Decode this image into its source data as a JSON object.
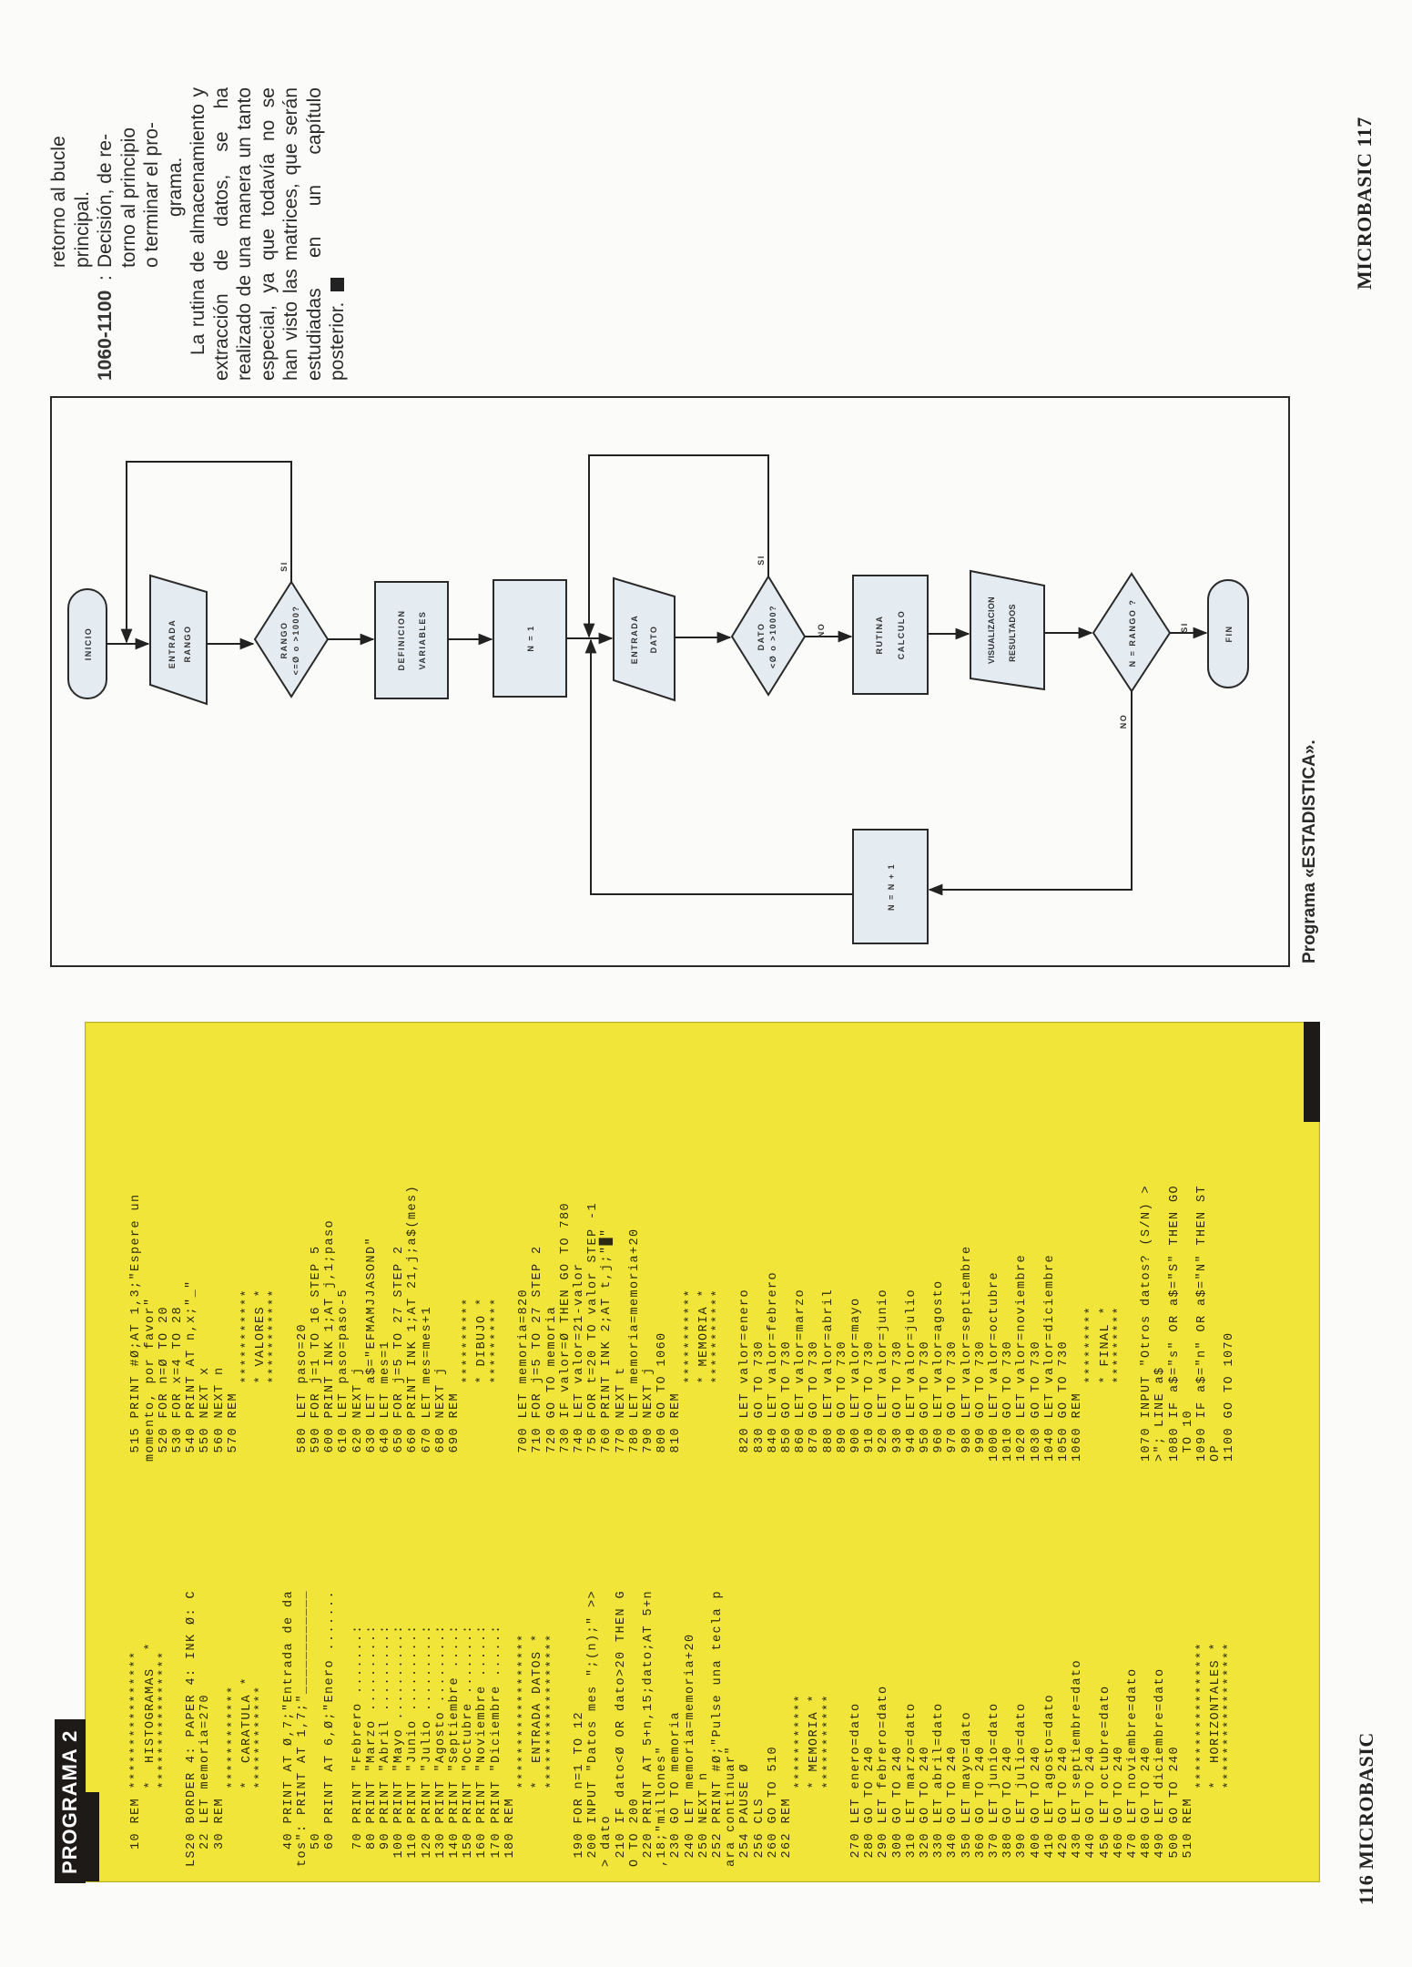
{
  "page_117": {
    "text_column": {
      "lines_prev": [
        "retorno al bucle",
        "principal."
      ],
      "item": {
        "key": "1060-1100",
        "sep": ":",
        "lines": [
          "Decisión, de re-",
          "torno al principio",
          "o terminar el pro-",
          "grama."
        ]
      },
      "paragraph": "La rutina de almacenamiento y extracción de datos, se ha realizado de una manera un tanto especial, ya que todavía no se han visto las matrices, que serán estudiadas en un capítulo posterior."
    },
    "flowchart": {
      "title": "Programa «ESTADISTICA».",
      "nodes": [
        {
          "id": "inicio",
          "shape": "terminal",
          "lines": [
            "INICIO"
          ]
        },
        {
          "id": "entrada_rango",
          "shape": "input",
          "lines": [
            "ENTRADA",
            "RANGO"
          ]
        },
        {
          "id": "rango_check",
          "shape": "decision",
          "lines": [
            "RANGO",
            "<=Ø o >1000?"
          ]
        },
        {
          "id": "definicion",
          "shape": "process",
          "lines": [
            "DEFINICION",
            "VARIABLES"
          ]
        },
        {
          "id": "n_init",
          "shape": "process",
          "lines": [
            "N = 1"
          ]
        },
        {
          "id": "entrada_dato",
          "shape": "input",
          "lines": [
            "ENTRADA",
            "DATO"
          ]
        },
        {
          "id": "dato_check",
          "shape": "decision",
          "lines": [
            "DATO",
            "<Ø o >1000?"
          ]
        },
        {
          "id": "rutina",
          "shape": "process",
          "lines": [
            "RUTINA",
            "CALCULO"
          ]
        },
        {
          "id": "visualizacion",
          "shape": "input",
          "lines": [
            "VISUALIZACION",
            "RESULTADOS"
          ]
        },
        {
          "id": "n_rango",
          "shape": "decision",
          "lines": [
            "N = RANGO ?"
          ]
        },
        {
          "id": "fin",
          "shape": "terminal",
          "lines": [
            "FIN"
          ]
        },
        {
          "id": "n_inc",
          "shape": "process",
          "lines": [
            "N = N + 1"
          ]
        }
      ],
      "edge_labels": {
        "si": "SI",
        "no": "NO"
      }
    },
    "footer": "MICROBASIC 117"
  },
  "page_116": {
    "tab_label": "PROGRAMA 2",
    "footer": "116 MICROBASIC",
    "listing_col1": [
      "  10 REM ****************",
      "         *  HISTOGRAMAS  *",
      "         ****************",
      "",
      "LS20 BORDER 4: PAPER 4: INK Ø: C",
      "  22 LET memoria=270",
      "  30 REM",
      "         ************",
      "         *  CARATULA *",
      "         ************",
      "",
      "  40 PRINT AT Ø,7;\"Entrada de da",
      "tos\": PRINT AT 1,7;\"____________",
      "  50",
      "  60 PRINT AT 6,Ø;\"Enero .......",
      "",
      "  70 PRINT \"Febrero .......:",
      "  80 PRINT \"Marzo .........:",
      "  90 PRINT \"Abril .........:",
      " 100 PRINT \"Mayo ..........:",
      " 110 PRINT \"Junio .........:",
      " 120 PRINT \"Julio .........:",
      " 130 PRINT \"Agosto ........:",
      " 140 PRINT \"Septiembre ....:",
      " 150 PRINT \"Octubre .......:",
      " 160 PRINT \"Noviembre .....:",
      " 170 PRINT \"Diciembre .....:",
      " 180 REM",
      "         ******************",
      "         *  ENTRADA DATOS *",
      "         ******************",
      "",
      " 190 FOR n=1 TO 12",
      " 200 INPUT \"Datos mes \";(n);\" >>",
      "> dato",
      " 210 IF dato<Ø OR dato>20 THEN G",
      "O TO 200",
      " 220 PRINT AT 5+n,15;dato;AT 5+n",
      ",18;\"millones\"",
      " 230 GO TO memoria",
      " 240 LET memoria=memoria+20",
      " 250 NEXT n",
      " 252 PRINT #Ø;\"Pulse una tecla p",
      "ara continuar\"",
      " 254 PAUSE Ø",
      " 256 CLS",
      " 260 GO TO 510",
      " 262 REM",
      "         ***********",
      "         * MEMORIA *",
      "         ***********",
      "",
      " 270 LET enero=dato",
      " 280 GO TO 240",
      " 290 LET febrero=dato",
      " 300 GO TO 240",
      " 310 LET marzo=dato",
      " 320 GO TO 240",
      " 330 LET abril=dato",
      " 340 GO TO 240",
      " 350 LET mayo=dato",
      " 360 GO TO 240",
      " 370 LET junio=dato",
      " 380 GO TO 240",
      " 390 LET julio=dato",
      " 400 GO TO 240",
      " 410 LET agosto=dato",
      " 420 GO TO 240",
      " 430 LET septiembre=dato",
      " 440 GO TO 240",
      " 450 LET octubre=dato",
      " 460 GO TO 240",
      " 470 LET noviembre=dato",
      " 480 GO TO 240",
      " 490 LET diciembre=dato",
      " 500 GO TO 240",
      " 510 REM",
      "         *****************",
      "         *  HORIZONTALES *",
      "         *****************"
    ],
    "listing_col2": [
      " 515 PRINT #Ø;AT 1,3;\"Espere un",
      "momento, por favor\"",
      " 520 FOR n=Ø TO 20",
      " 530 FOR x=4 TO 28",
      " 540 PRINT AT n,x;\"_\"",
      " 550 NEXT x",
      " 560 NEXT n",
      " 570 REM",
      "         ***********",
      "         * VALORES *",
      "         ***********",
      "",
      " 580 LET paso=20",
      " 590 FOR j=1 TO 16 STEP 5",
      " 600 PRINT INK 1;AT j,1;paso",
      " 610 LET paso=paso-5",
      " 620 NEXT j",
      " 630 LET a$=\"EFMAMJJASOND\"",
      " 640 LET mes=1",
      " 650 FOR j=5 TO 27 STEP 2",
      " 660 PRINT INK 1;AT 21,j;a$(mes)",
      " 670 LET mes=mes+1",
      " 680 NEXT j",
      " 690 REM",
      "         **********",
      "         * DIBUJO *",
      "         **********",
      "",
      " 700 LET memoria=820",
      " 710 FOR j=5 TO 27 STEP 2",
      " 720 GO TO memoria",
      " 730 IF valor=Ø THEN GO TO 780",
      " 740 LET valor=21-valor",
      " 750 FOR t=20 TO valor STEP -1",
      " 760 PRINT INK 2;AT t,j;\"█\"",
      " 770 NEXT t",
      " 780 LET memoria=memoria+20",
      " 790 NEXT j",
      " 800 GO TO 1060",
      " 810 REM",
      "         ***********",
      "         * MEMORIA *",
      "         ***********",
      "",
      " 820 LET valor=enero",
      " 830 GO TO 730",
      " 840 LET valor=febrero",
      " 850 GO TO 730",
      " 860 LET valor=marzo",
      " 870 GO TO 730",
      " 880 LET valor=abril",
      " 890 GO TO 730",
      " 900 LET valor=mayo",
      " 910 GO TO 730",
      " 920 LET valor=junio",
      " 930 GO TO 730",
      " 940 LET valor=julio",
      " 950 GO TO 730",
      " 960 LET valor=agosto",
      " 970 GO TO 730",
      " 980 LET valor=septiembre",
      " 990 GO TO 730",
      "1000 LET valor=octubre",
      "1010 GO TO 730",
      "1020 LET valor=noviembre",
      "1030 GO TO 730",
      "1040 LET valor=diciembre",
      "1050 GO TO 730",
      "1060 REM",
      "         *********",
      "         * FINAL *",
      "         *********",
      "",
      "1070 INPUT \"Otros datos? (S/N) >",
      ">\"; LINE a$",
      "1080 IF a$=\"s\" OR a$=\"S\" THEN GO",
      " TO 10",
      "1090 IF a$=\"n\" OR a$=\"N\" THEN ST",
      "OP",
      "1100 GO TO 1070"
    ]
  },
  "colors": {
    "paper": "#fbfbf9",
    "listing_yellow": "#f1e53a",
    "box_fill": "#e4ebf1",
    "ink": "#2a2a2a",
    "tab_black": "#1d1a17"
  }
}
